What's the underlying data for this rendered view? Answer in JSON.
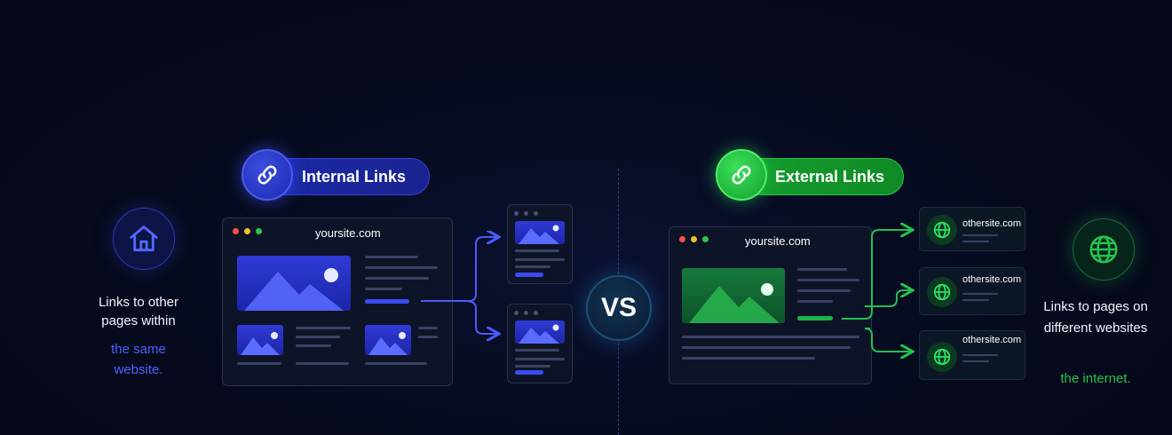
{
  "internal": {
    "label": "Internal Links",
    "description": "Links to other pages within",
    "accent_text": "the same website.",
    "main_url": "yoursite.com",
    "color": "#3b4cf0"
  },
  "external": {
    "label": "External Links",
    "description": "Links to pages on different websites",
    "accent_text": "the internet.",
    "main_url": "yoursite.com",
    "target_urls": [
      "othersite.com",
      "othersite.com",
      "othersite.com"
    ],
    "color": "#1fb34a"
  },
  "vs_label": "VS",
  "icons": {
    "internal": "link-icon",
    "external": "link-icon",
    "left": "home-icon",
    "right": "globe-icon"
  }
}
